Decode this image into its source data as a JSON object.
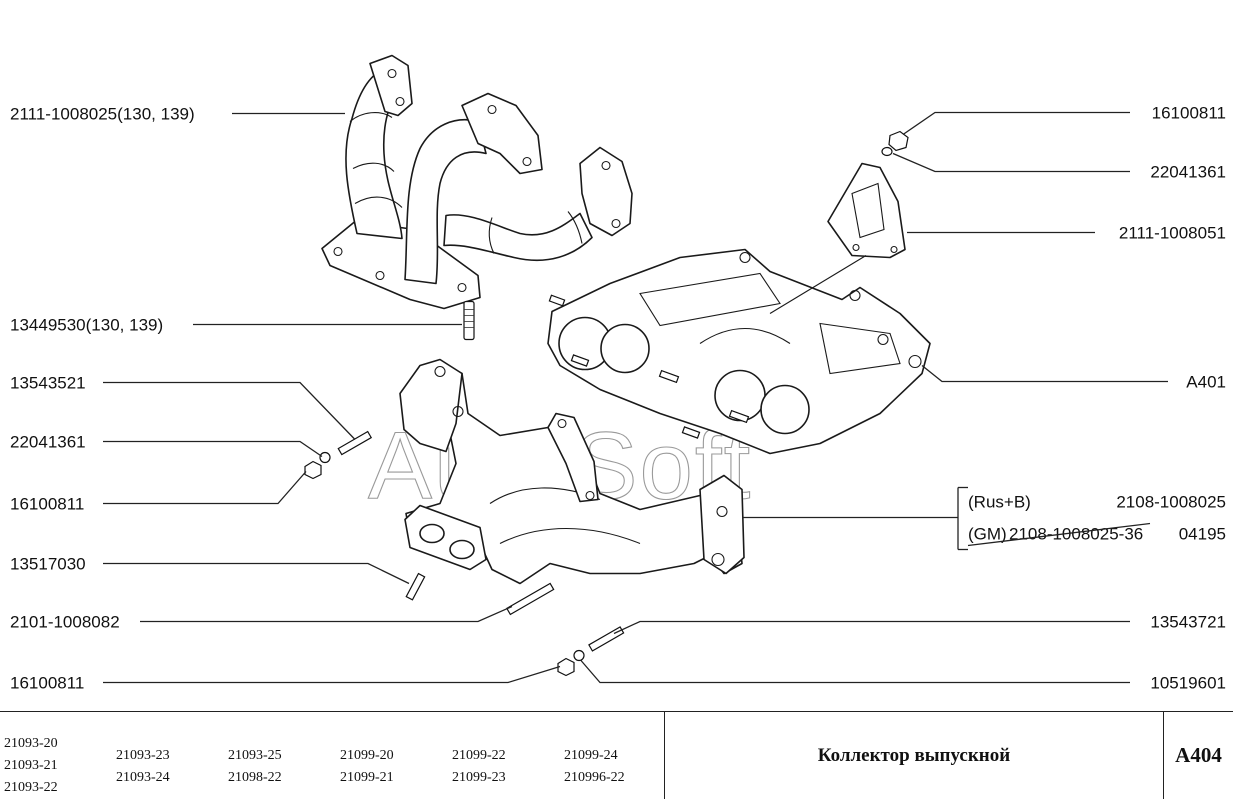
{
  "watermark": "AutoSoft",
  "callouts": {
    "left": [
      "2111-1008025(130, 139)",
      "13449530(130, 139)",
      "13543521",
      "22041361",
      "16100811",
      "13517030",
      "2101-1008082",
      "16100811"
    ],
    "right": [
      "16100811",
      "22041361",
      "2111-1008051",
      "A401",
      "13543721",
      "10519601"
    ],
    "variant": {
      "rus_tag": "(Rus+B)",
      "rus_part": "2108-1008025",
      "gm_tag": "(GM)",
      "gm_part": "2108-1008025-36",
      "gm_extra": "04195"
    }
  },
  "footer": {
    "models": [
      [
        "21093-20",
        "21093-21",
        "21093-22"
      ],
      [
        "21093-23",
        "21093-24"
      ],
      [
        "21093-25",
        "21098-22"
      ],
      [
        "21099-20",
        "21099-21"
      ],
      [
        "21099-22",
        "21099-23"
      ],
      [
        "21099-24",
        "210996-22"
      ]
    ],
    "title": "Коллектор выпускной",
    "code": "A404"
  }
}
